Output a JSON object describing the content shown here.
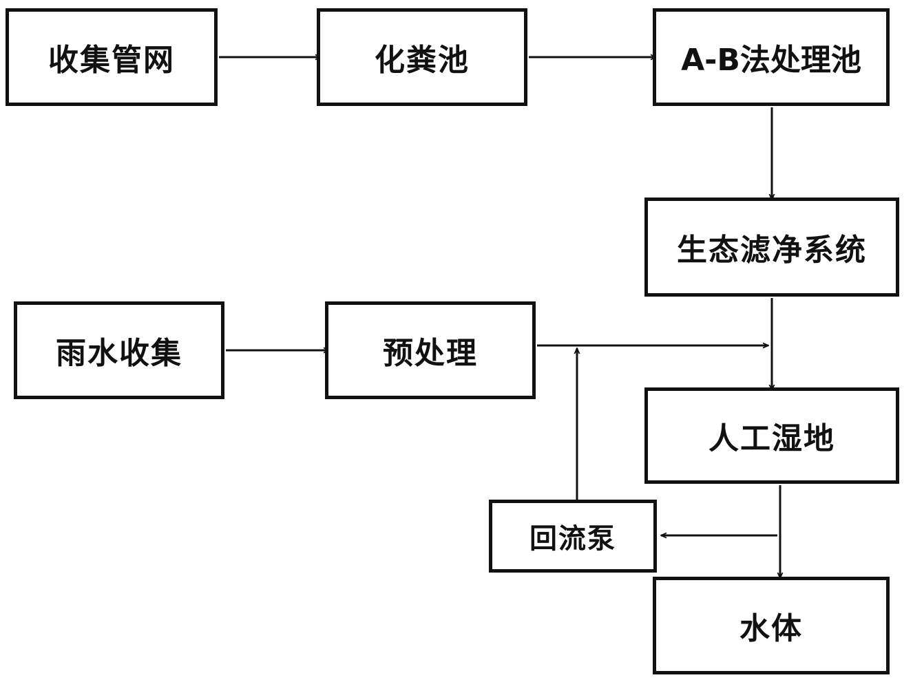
{
  "nodes": {
    "collection_network": "收集管网",
    "septic_tank": "化粪池",
    "ab_process_tank": "A-B法处理池",
    "ecological_filter": "生态滤净系统",
    "rainwater_collection": "雨水收集",
    "pretreatment": "预处理",
    "constructed_wetland": "人工湿地",
    "return_pump": "回流泵",
    "water_body": "水体"
  }
}
